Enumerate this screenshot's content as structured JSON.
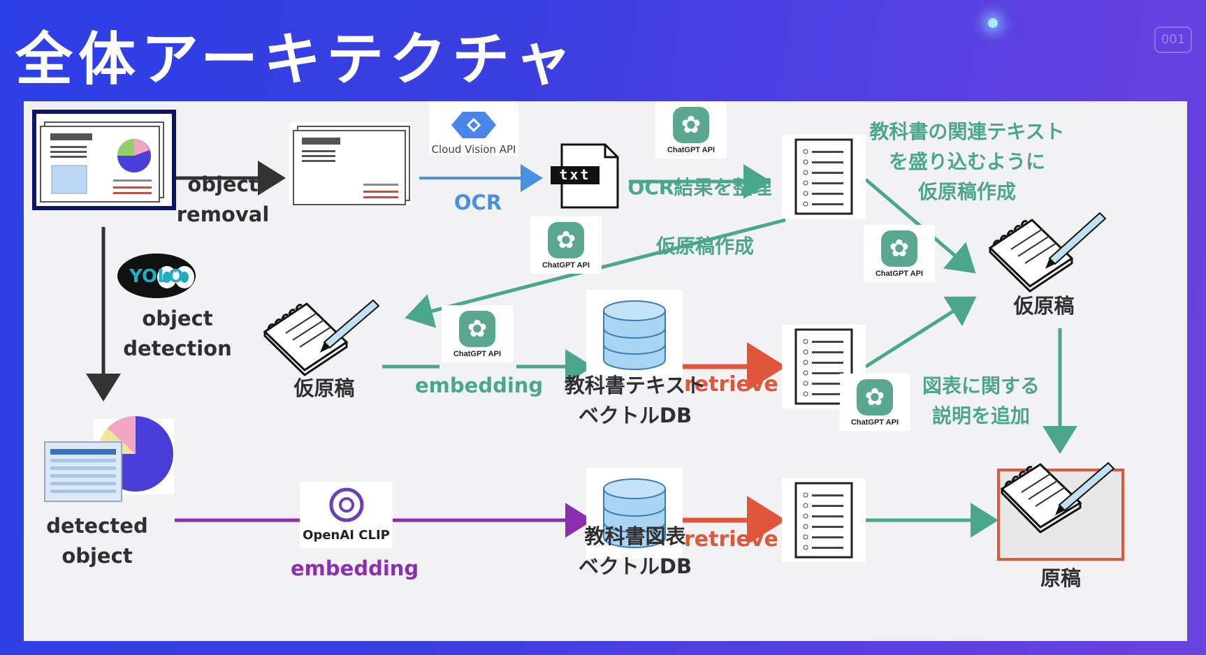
{
  "title": "全体アーキテクチャ",
  "slide_number": "001",
  "labels": {
    "object_removal": [
      "object",
      "removal"
    ],
    "object_detection": [
      "object",
      "detection"
    ],
    "yolo": "YOLO",
    "ocr": "OCR",
    "cloud_vision": "Cloud Vision API",
    "txt": "txt",
    "ocr_organize": "OCR結果を整理",
    "draft_create_mid": "仮原稿作成",
    "textbook_related": [
      "教科書の関連テキスト",
      "を盛り込むように",
      "仮原稿作成"
    ],
    "draft_right": "仮原稿",
    "draft_mid": "仮原稿",
    "embedding_green": "embedding",
    "retrieve_1": "retrieve",
    "textbook_text_db": [
      "教科書テキスト",
      "ベクトルDB"
    ],
    "figure_explain": [
      "図表に関する",
      "説明を追加"
    ],
    "detected_object": [
      "detected",
      "object"
    ],
    "openai_clip": "OpenAI CLIP",
    "embedding_purple": "embedding",
    "retrieve_2": "retrieve",
    "textbook_figure_db": [
      "教科書図表",
      "ベクトルDB"
    ],
    "manuscript": "原稿",
    "chatgpt_api": "ChatGPT API"
  },
  "colors": {
    "green": "#4aa68c",
    "red": "#e0563a",
    "purple": "#8a2fb0",
    "blue": "#4a90e0",
    "dark": "#2f2f2f",
    "frame_navy": "#0e1560",
    "frame_red": "#e0563a"
  }
}
